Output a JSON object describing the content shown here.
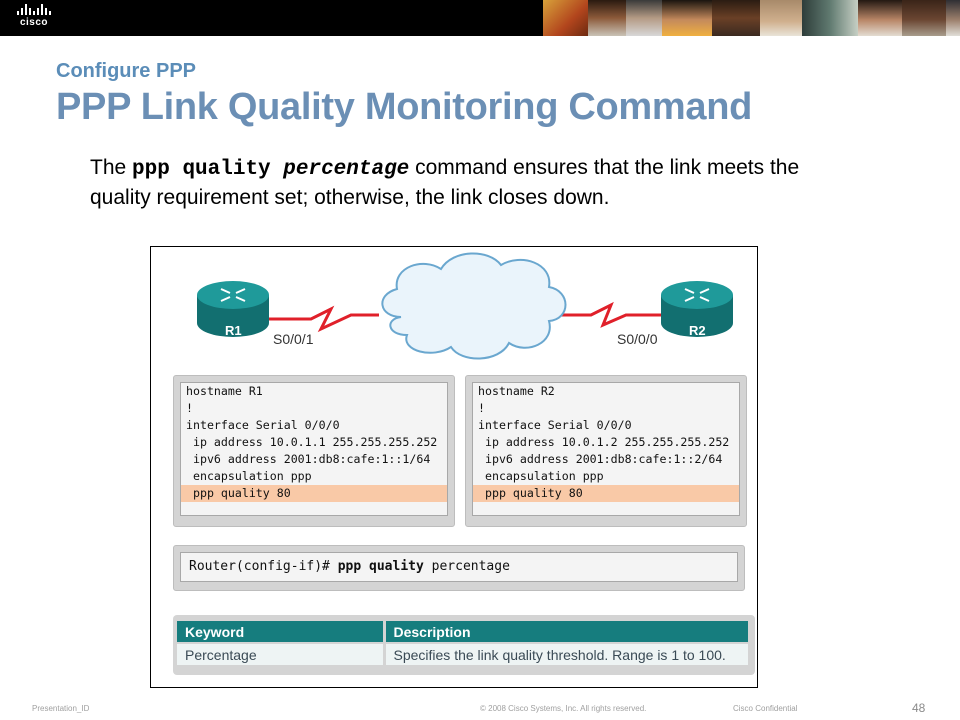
{
  "brand": {
    "logo_text": "cisco"
  },
  "header": {
    "subtitle": "Configure PPP",
    "title": "PPP Link Quality Monitoring Command"
  },
  "body": {
    "pre": "The ",
    "cmd1": "ppp quality ",
    "cmd2": "percentage",
    "post": " command ensures that the link meets the quality requirement set; otherwise, the link closes down."
  },
  "topology": {
    "r1": {
      "name": "R1",
      "interface": "S0/0/1"
    },
    "r2": {
      "name": "R2",
      "interface": "S0/0/0"
    }
  },
  "config_r1": [
    {
      "text": "hostname R1",
      "highlight": false
    },
    {
      "text": "!",
      "highlight": false
    },
    {
      "text": "interface Serial 0/0/0",
      "highlight": false
    },
    {
      "text": " ip address 10.0.1.1 255.255.255.252",
      "highlight": false
    },
    {
      "text": " ipv6 address 2001:db8:cafe:1::1/64",
      "highlight": false
    },
    {
      "text": " encapsulation ppp",
      "highlight": false
    },
    {
      "text": " ppp quality 80",
      "highlight": true
    }
  ],
  "config_r2": [
    {
      "text": "hostname R2",
      "highlight": false
    },
    {
      "text": "!",
      "highlight": false
    },
    {
      "text": "interface Serial 0/0/0",
      "highlight": false
    },
    {
      "text": " ip address 10.0.1.2 255.255.255.252",
      "highlight": false
    },
    {
      "text": " ipv6 address 2001:db8:cafe:1::2/64",
      "highlight": false
    },
    {
      "text": " encapsulation ppp",
      "highlight": false
    },
    {
      "text": " ppp quality 80",
      "highlight": true
    }
  ],
  "syntax": {
    "prompt": "Router(config-if)# ",
    "command": "ppp quality",
    "arg": " percentage"
  },
  "keyword_table": {
    "headers": [
      "Keyword",
      "Description"
    ],
    "rows": [
      [
        "Percentage",
        "Specifies the link quality threshold. Range is 1 to 100."
      ]
    ]
  },
  "footer": {
    "presentation_id": "Presentation_ID",
    "copyright": "© 2008 Cisco Systems, Inc. All rights reserved.",
    "confidential": "Cisco Confidential",
    "page_number": "48"
  },
  "colors": {
    "title": "#6b8fb5",
    "router": "#1a8a8a",
    "serial_link": "#e0202a",
    "table_header": "#167d7e",
    "highlight": "#f9c9a7"
  }
}
